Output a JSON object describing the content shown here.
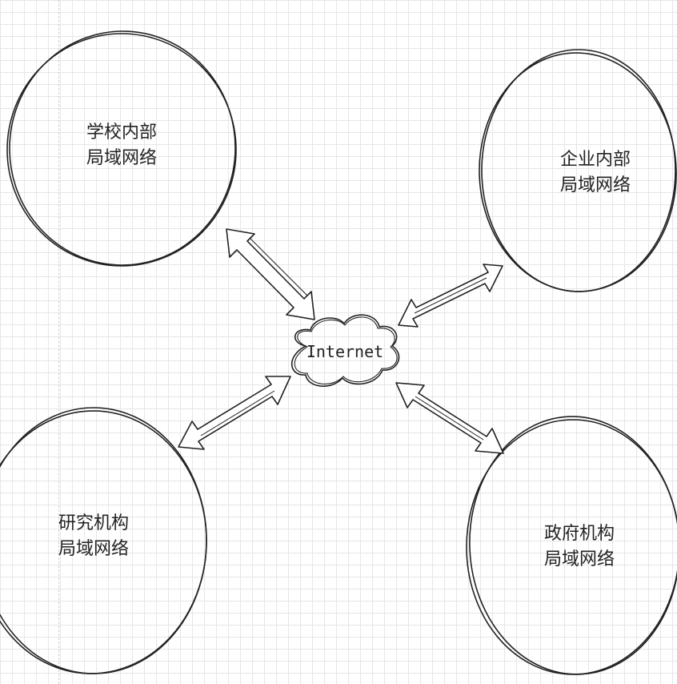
{
  "diagram": {
    "center": {
      "label": "Internet"
    },
    "nodes": [
      {
        "id": "school",
        "line1": "学校内部",
        "line2": "局域网络"
      },
      {
        "id": "enterprise",
        "line1": "企业内部",
        "line2": "局域网络"
      },
      {
        "id": "research",
        "line1": "研究机构",
        "line2": "局域网络"
      },
      {
        "id": "government",
        "line1": "政府机构",
        "line2": "局域网络"
      }
    ],
    "edges": [
      {
        "from": "school",
        "to": "center",
        "type": "bidirectional"
      },
      {
        "from": "enterprise",
        "to": "center",
        "type": "bidirectional"
      },
      {
        "from": "research",
        "to": "center",
        "type": "bidirectional"
      },
      {
        "from": "government",
        "to": "center",
        "type": "bidirectional"
      }
    ],
    "colors": {
      "stroke": "#222222",
      "grid": "#e6e6e6",
      "background": "#ffffff"
    }
  }
}
